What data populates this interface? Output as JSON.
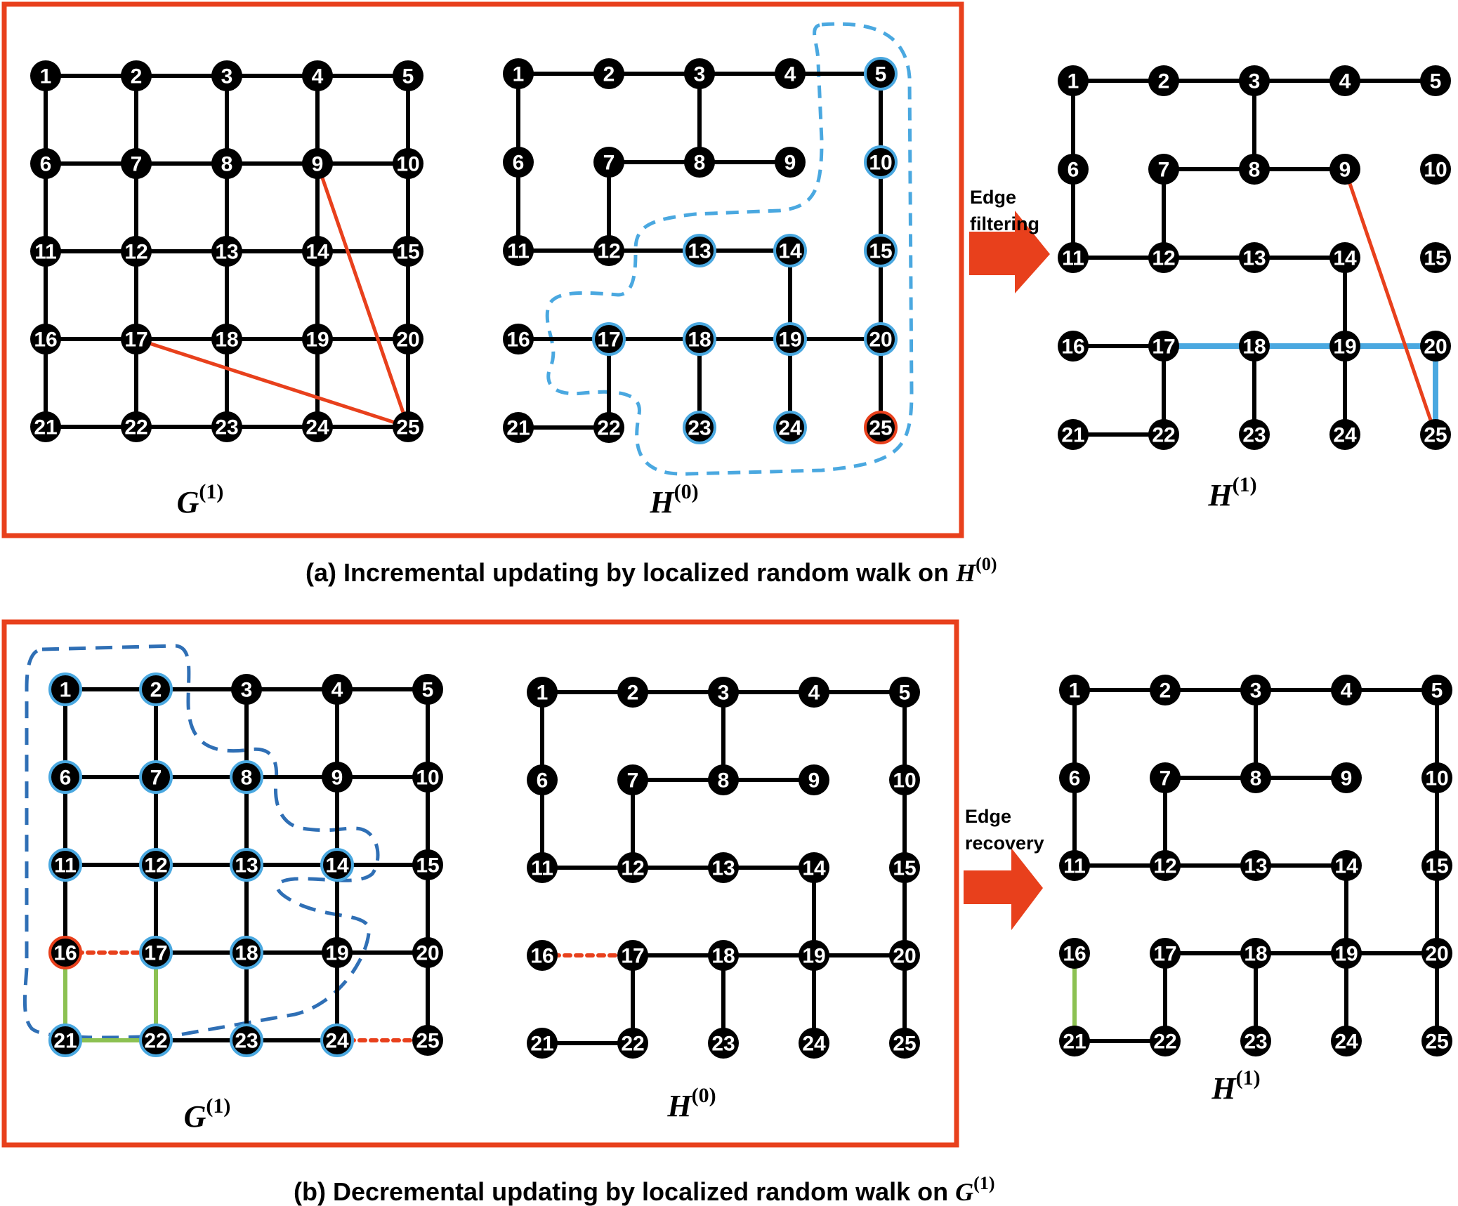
{
  "colors": {
    "node": "#000000",
    "edge": "#000000",
    "highlight_ring": "#4aa8e0",
    "start_ring": "#e8401c",
    "added_edge": "#e8401c",
    "walk_region_a": "#4aa8e0",
    "walk_region_b": "#2f6fb5",
    "recovered_path": "#8cc152",
    "frame": "#e8401c",
    "arrow": "#e8401c",
    "filtered_path": "#4aa8e0"
  },
  "panel_a": {
    "caption_prefix": "(a) Incremental updating by localized random walk on ",
    "caption_var": "H",
    "caption_sup": "(0)",
    "arrow_label_line1": "Edge",
    "arrow_label_line2": "filtering",
    "graphs": [
      {
        "title": "G",
        "sup": "(1)",
        "edges": [
          [
            1,
            2
          ],
          [
            2,
            3
          ],
          [
            3,
            4
          ],
          [
            4,
            5
          ],
          [
            6,
            7
          ],
          [
            7,
            8
          ],
          [
            8,
            9
          ],
          [
            9,
            10
          ],
          [
            11,
            12
          ],
          [
            12,
            13
          ],
          [
            13,
            14
          ],
          [
            14,
            15
          ],
          [
            16,
            17
          ],
          [
            17,
            18
          ],
          [
            18,
            19
          ],
          [
            19,
            20
          ],
          [
            21,
            22
          ],
          [
            22,
            23
          ],
          [
            23,
            24
          ],
          [
            24,
            25
          ],
          [
            1,
            6
          ],
          [
            6,
            11
          ],
          [
            11,
            16
          ],
          [
            16,
            21
          ],
          [
            2,
            7
          ],
          [
            7,
            12
          ],
          [
            12,
            17
          ],
          [
            17,
            22
          ],
          [
            3,
            8
          ],
          [
            8,
            13
          ],
          [
            13,
            18
          ],
          [
            18,
            23
          ],
          [
            4,
            9
          ],
          [
            9,
            14
          ],
          [
            14,
            19
          ],
          [
            19,
            24
          ],
          [
            5,
            10
          ],
          [
            10,
            15
          ],
          [
            15,
            20
          ],
          [
            20,
            25
          ]
        ],
        "red_edges": [
          [
            9,
            25
          ],
          [
            17,
            25
          ]
        ],
        "blue_edges": [],
        "green_edges": [],
        "dotted_red_edges": [],
        "blue_rings": [],
        "red_rings": []
      },
      {
        "title": "H",
        "sup": "(0)",
        "edges": [
          [
            1,
            2
          ],
          [
            2,
            3
          ],
          [
            3,
            4
          ],
          [
            4,
            5
          ],
          [
            1,
            6
          ],
          [
            6,
            11
          ],
          [
            11,
            12
          ],
          [
            7,
            12
          ],
          [
            7,
            8
          ],
          [
            8,
            9
          ],
          [
            3,
            8
          ],
          [
            12,
            13
          ],
          [
            13,
            14
          ],
          [
            14,
            19
          ],
          [
            16,
            17
          ],
          [
            17,
            18
          ],
          [
            18,
            19
          ],
          [
            19,
            20
          ],
          [
            17,
            22
          ],
          [
            21,
            22
          ],
          [
            18,
            23
          ],
          [
            19,
            24
          ],
          [
            5,
            10
          ],
          [
            10,
            15
          ],
          [
            15,
            20
          ],
          [
            20,
            25
          ]
        ],
        "red_edges": [],
        "blue_edges": [],
        "green_edges": [],
        "dotted_red_edges": [],
        "blue_rings": [
          5,
          10,
          13,
          14,
          15,
          17,
          18,
          19,
          20,
          23,
          24
        ],
        "red_rings": [
          25
        ]
      },
      {
        "title": "H",
        "sup": "(1)",
        "edges": [
          [
            1,
            2
          ],
          [
            2,
            3
          ],
          [
            3,
            4
          ],
          [
            4,
            5
          ],
          [
            1,
            6
          ],
          [
            6,
            11
          ],
          [
            11,
            12
          ],
          [
            7,
            12
          ],
          [
            7,
            8
          ],
          [
            8,
            9
          ],
          [
            3,
            8
          ],
          [
            12,
            13
          ],
          [
            13,
            14
          ],
          [
            14,
            19
          ],
          [
            16,
            17
          ],
          [
            17,
            22
          ],
          [
            21,
            22
          ],
          [
            18,
            23
          ],
          [
            19,
            24
          ]
        ],
        "red_edges": [
          [
            9,
            25
          ]
        ],
        "blue_edges": [
          [
            17,
            18
          ],
          [
            18,
            19
          ],
          [
            19,
            20
          ],
          [
            20,
            25
          ]
        ],
        "green_edges": [],
        "dotted_red_edges": [],
        "blue_rings": [],
        "red_rings": []
      }
    ]
  },
  "panel_b": {
    "caption_prefix": "(b) Decremental updating by localized random walk on ",
    "caption_var": "G",
    "caption_sup": "(1)",
    "arrow_label_line1": "Edge",
    "arrow_label_line2": "recovery",
    "graphs": [
      {
        "title": "G",
        "sup": "(1)",
        "edges": [
          [
            1,
            2
          ],
          [
            2,
            3
          ],
          [
            3,
            4
          ],
          [
            4,
            5
          ],
          [
            6,
            7
          ],
          [
            7,
            8
          ],
          [
            8,
            9
          ],
          [
            9,
            10
          ],
          [
            11,
            12
          ],
          [
            12,
            13
          ],
          [
            13,
            14
          ],
          [
            14,
            15
          ],
          [
            17,
            18
          ],
          [
            18,
            19
          ],
          [
            19,
            20
          ],
          [
            22,
            23
          ],
          [
            23,
            24
          ],
          [
            1,
            6
          ],
          [
            6,
            11
          ],
          [
            11,
            16
          ],
          [
            2,
            7
          ],
          [
            7,
            12
          ],
          [
            12,
            17
          ],
          [
            3,
            8
          ],
          [
            8,
            13
          ],
          [
            13,
            18
          ],
          [
            18,
            23
          ],
          [
            4,
            9
          ],
          [
            9,
            14
          ],
          [
            14,
            19
          ],
          [
            19,
            24
          ],
          [
            5,
            10
          ],
          [
            10,
            15
          ],
          [
            15,
            20
          ],
          [
            20,
            25
          ]
        ],
        "red_edges": [],
        "blue_edges": [],
        "green_edges": [
          [
            16,
            21
          ],
          [
            21,
            22
          ],
          [
            17,
            22
          ]
        ],
        "dotted_red_edges": [
          [
            16,
            17
          ],
          [
            24,
            25
          ]
        ],
        "blue_rings": [
          1,
          2,
          6,
          7,
          8,
          11,
          12,
          13,
          14,
          17,
          18,
          21,
          22,
          23,
          24
        ],
        "red_rings": [
          16
        ]
      },
      {
        "title": "H",
        "sup": "(0)",
        "edges": [
          [
            1,
            2
          ],
          [
            2,
            3
          ],
          [
            3,
            4
          ],
          [
            4,
            5
          ],
          [
            1,
            6
          ],
          [
            6,
            11
          ],
          [
            11,
            12
          ],
          [
            7,
            12
          ],
          [
            7,
            8
          ],
          [
            8,
            9
          ],
          [
            3,
            8
          ],
          [
            12,
            13
          ],
          [
            13,
            14
          ],
          [
            14,
            19
          ],
          [
            17,
            18
          ],
          [
            18,
            19
          ],
          [
            19,
            20
          ],
          [
            17,
            22
          ],
          [
            21,
            22
          ],
          [
            18,
            23
          ],
          [
            19,
            24
          ],
          [
            5,
            10
          ],
          [
            10,
            15
          ],
          [
            15,
            20
          ],
          [
            20,
            25
          ]
        ],
        "red_edges": [],
        "blue_edges": [],
        "green_edges": [],
        "dotted_red_edges": [
          [
            16,
            17
          ]
        ],
        "blue_rings": [],
        "red_rings": []
      },
      {
        "title": "H",
        "sup": "(1)",
        "edges": [
          [
            1,
            2
          ],
          [
            2,
            3
          ],
          [
            3,
            4
          ],
          [
            4,
            5
          ],
          [
            1,
            6
          ],
          [
            6,
            11
          ],
          [
            11,
            12
          ],
          [
            7,
            12
          ],
          [
            7,
            8
          ],
          [
            8,
            9
          ],
          [
            3,
            8
          ],
          [
            12,
            13
          ],
          [
            13,
            14
          ],
          [
            14,
            19
          ],
          [
            17,
            18
          ],
          [
            18,
            19
          ],
          [
            19,
            20
          ],
          [
            17,
            22
          ],
          [
            21,
            22
          ],
          [
            18,
            23
          ],
          [
            19,
            24
          ],
          [
            5,
            10
          ],
          [
            10,
            15
          ],
          [
            15,
            20
          ],
          [
            20,
            25
          ]
        ],
        "red_edges": [],
        "blue_edges": [],
        "green_edges": [
          [
            16,
            21
          ]
        ],
        "dotted_red_edges": [],
        "blue_rings": [],
        "red_rings": []
      }
    ]
  }
}
